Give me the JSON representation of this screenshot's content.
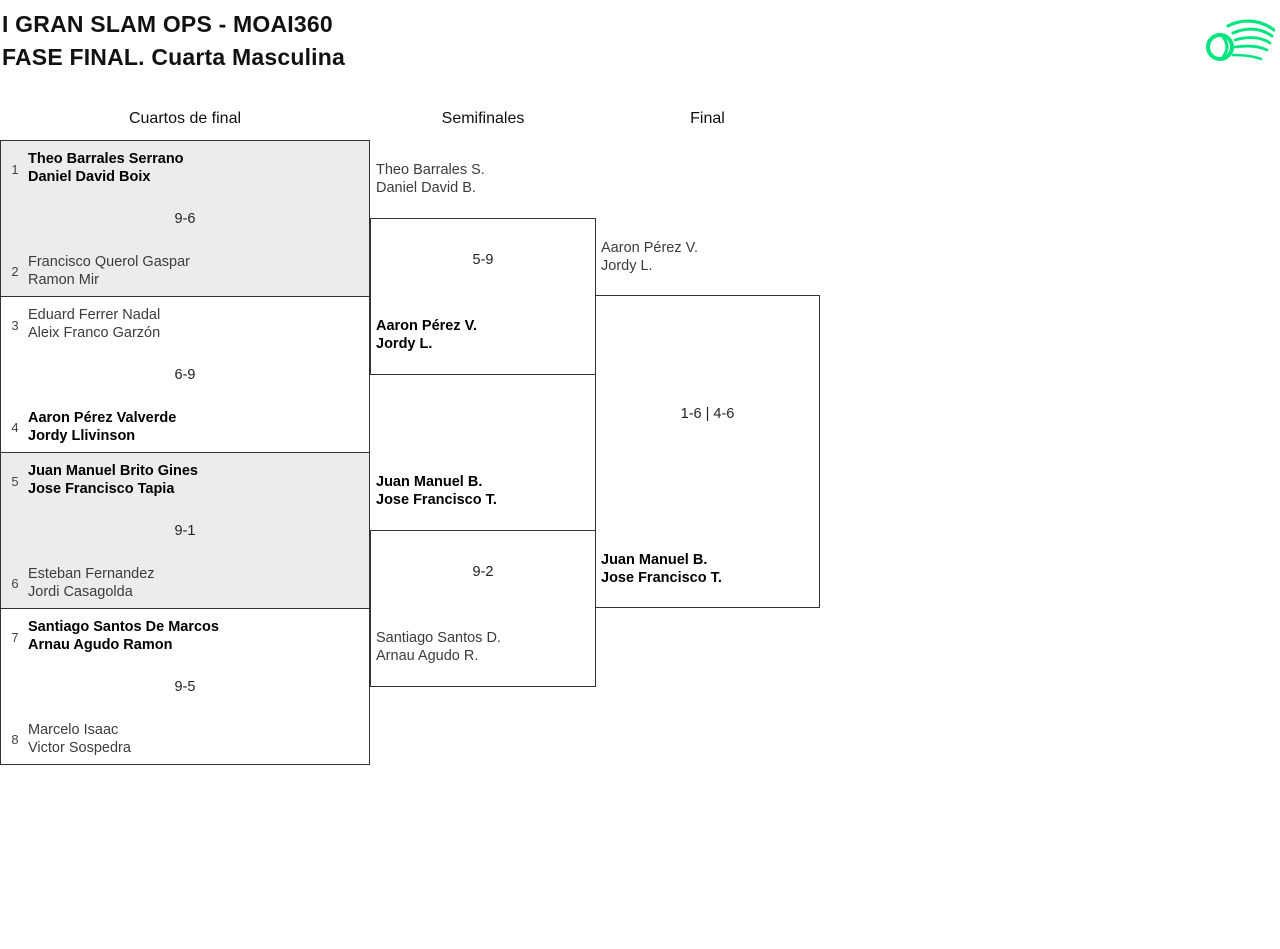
{
  "header": {
    "title_line1": "I GRAN SLAM OPS - MOAI360",
    "title_line2": "FASE FINAL. Cuarta Masculina",
    "logo": "tennis-ball-swoosh-logo"
  },
  "columns": {
    "quarterfinals": "Cuartos de final",
    "semifinals": "Semifinales",
    "final": "Final"
  },
  "bracket": {
    "quarterfinals": [
      {
        "seed_top": "1",
        "team_top_1": "Theo Barrales Serrano",
        "team_top_2": "Daniel David Boix",
        "score": "9-6",
        "seed_bottom": "2",
        "team_bottom_1": "Francisco Querol Gaspar",
        "team_bottom_2": "Ramon Mir",
        "winner": "top"
      },
      {
        "seed_top": "3",
        "team_top_1": "Eduard Ferrer Nadal",
        "team_top_2": "Aleix Franco Garzón",
        "score": "6-9",
        "seed_bottom": "4",
        "team_bottom_1": "Aaron Pérez Valverde",
        "team_bottom_2": "Jordy Llivinson",
        "winner": "bottom"
      },
      {
        "seed_top": "5",
        "team_top_1": "Juan Manuel Brito Gines",
        "team_top_2": "Jose Francisco Tapia",
        "score": "9-1",
        "seed_bottom": "6",
        "team_bottom_1": "Esteban Fernandez",
        "team_bottom_2": "Jordi Casagolda",
        "winner": "top"
      },
      {
        "seed_top": "7",
        "team_top_1": "Santiago Santos De Marcos",
        "team_top_2": "Arnau Agudo Ramon",
        "score": "9-5",
        "seed_bottom": "8",
        "team_bottom_1": "Marcelo Isaac",
        "team_bottom_2": "Victor Sospedra",
        "winner": "top"
      }
    ],
    "semifinals": [
      {
        "team_top_1": "Theo Barrales S.",
        "team_top_2": "Daniel David B.",
        "score": "5-9",
        "team_bottom_1": "Aaron Pérez V.",
        "team_bottom_2": "Jordy L.",
        "winner": "bottom"
      },
      {
        "team_top_1": "Juan Manuel B.",
        "team_top_2": "Jose Francisco T.",
        "score": "9-2",
        "team_bottom_1": "Santiago Santos D.",
        "team_bottom_2": "Arnau Agudo R.",
        "winner": "top"
      }
    ],
    "final": {
      "team_top_1": "Aaron Pérez V.",
      "team_top_2": "Jordy L.",
      "score": "1-6 | 4-6",
      "team_bottom_1": "Juan Manuel B.",
      "team_bottom_2": "Jose Francisco T.",
      "winner": "bottom"
    }
  },
  "colors": {
    "accent_green": "#00e57e",
    "box_alt_fill": "#ececec",
    "border": "#333333"
  }
}
